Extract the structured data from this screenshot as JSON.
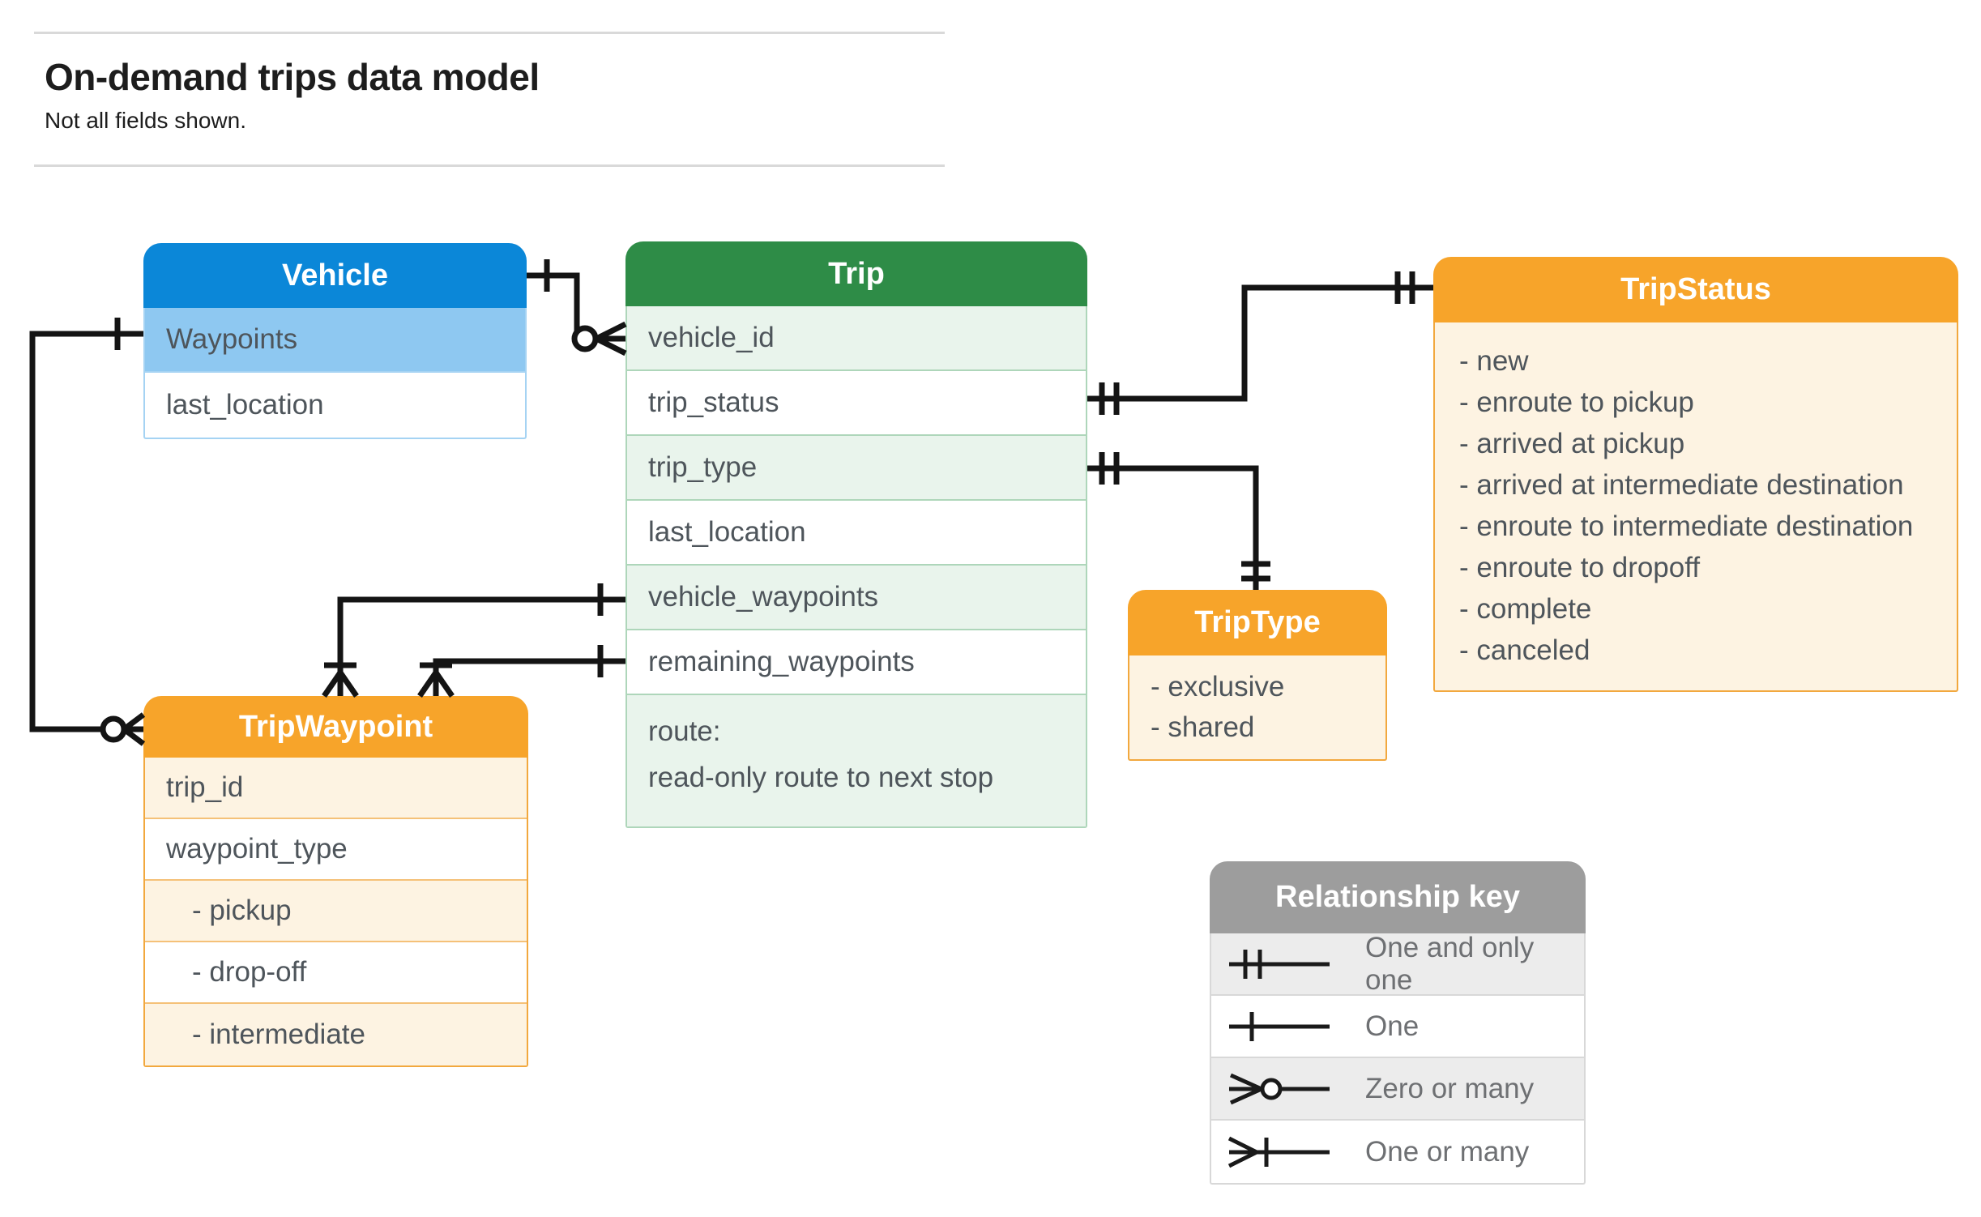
{
  "page": {
    "title": "On-demand trips data model",
    "subtitle": "Not all fields shown."
  },
  "colors": {
    "blue_header": "#0b87d8",
    "blue_row": "#8ec8f1",
    "green_header": "#2e8c47",
    "green_row": "#e9f4ec",
    "orange_header": "#f7a42a",
    "orange_row": "#fdf3e2",
    "gray_header": "#9d9d9d",
    "gray_row": "#ececec",
    "connector_line": "#141414",
    "row_text": "#4e555b"
  },
  "entities": {
    "vehicle": {
      "title": "Vehicle",
      "rows": [
        "Waypoints",
        "last_location"
      ]
    },
    "trip": {
      "title": "Trip",
      "rows": [
        "vehicle_id",
        "trip_status",
        "trip_type",
        "last_location",
        "vehicle_waypoints",
        "remaining_waypoints"
      ],
      "route_row": [
        "route:",
        "read-only route to next stop"
      ]
    },
    "tripstatus": {
      "title": "TripStatus",
      "values": [
        "- new",
        "- enroute to pickup",
        "- arrived at pickup",
        "- arrived at intermediate destination",
        "- enroute to intermediate destination",
        "- enroute to dropoff",
        "- complete",
        "- canceled"
      ]
    },
    "triptype": {
      "title": "TripType",
      "values": [
        "- exclusive",
        "- shared"
      ]
    },
    "tripwaypoint": {
      "title": "TripWaypoint",
      "rows": [
        "trip_id",
        "waypoint_type",
        "- pickup",
        "- drop-off",
        "- intermediate"
      ]
    }
  },
  "legend": {
    "title": "Relationship key",
    "items": [
      {
        "icon": "one-and-only-one-symbol",
        "label": "One and only one"
      },
      {
        "icon": "one-symbol",
        "label": "One"
      },
      {
        "icon": "zero-or-many-symbol",
        "label": "Zero or many"
      },
      {
        "icon": "one-or-many-symbol",
        "label": "One or many"
      }
    ]
  },
  "connectors": [
    {
      "from": "Vehicle",
      "to": "Trip.vehicle_id",
      "from_end": "one",
      "to_end": "zero-or-many"
    },
    {
      "from": "Vehicle.Waypoints",
      "to": "TripWaypoint",
      "from_end": "one",
      "to_end": "zero-or-many"
    },
    {
      "from": "Trip.vehicle_waypoints",
      "to": "TripWaypoint",
      "from_end": "one",
      "to_end": "one-or-many"
    },
    {
      "from": "Trip.remaining_waypoints",
      "to": "TripWaypoint",
      "from_end": "one",
      "to_end": "one-or-many"
    },
    {
      "from": "Trip.trip_status",
      "to": "TripStatus",
      "from_end": "one-and-only-one",
      "to_end": "one-and-only-one"
    },
    {
      "from": "Trip.trip_type",
      "to": "TripType",
      "from_end": "one-and-only-one",
      "to_end": "one-and-only-one"
    }
  ]
}
